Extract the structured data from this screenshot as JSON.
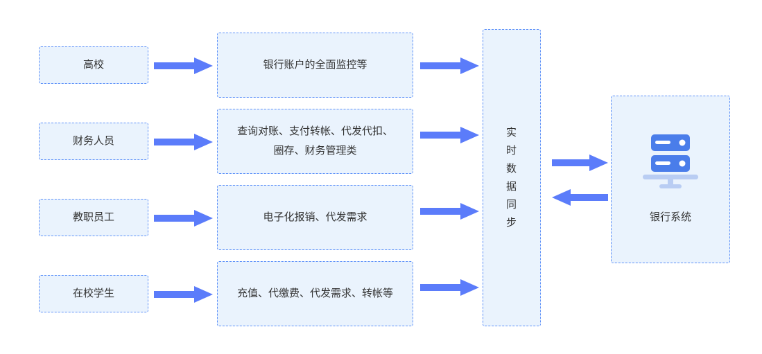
{
  "diagram": {
    "title_present": false,
    "colors": {
      "node_fill": "#eaf3fd",
      "node_border": "#5b8ff9",
      "arrow": "#5b7cfa",
      "text": "#333333",
      "icon_primary": "#4a7dea",
      "icon_secondary": "#b9cdf3"
    },
    "actors": [
      {
        "label": "高校"
      },
      {
        "label": "财务人员"
      },
      {
        "label": "教职员工"
      },
      {
        "label": "在校学生"
      }
    ],
    "services": [
      {
        "label": "银行账户的全面监控等"
      },
      {
        "label": "查询对账、支付转帐、代发代扣、\n圈存、财务管理类"
      },
      {
        "label": "电子化报销、代发需求"
      },
      {
        "label": "充值、代缴费、代发需求、转帐等"
      }
    ],
    "hub": {
      "label": "实\n时\n数\n据\n同\n步"
    },
    "bank": {
      "label": "银行系统",
      "icon": "server-icon"
    },
    "arrows": [
      {
        "name": "arrow-actor-1-to-service-1",
        "direction": "right"
      },
      {
        "name": "arrow-actor-2-to-service-2",
        "direction": "right"
      },
      {
        "name": "arrow-actor-3-to-service-3",
        "direction": "right"
      },
      {
        "name": "arrow-actor-4-to-service-4",
        "direction": "right"
      },
      {
        "name": "arrow-service-1-to-hub",
        "direction": "right"
      },
      {
        "name": "arrow-service-2-to-hub",
        "direction": "right"
      },
      {
        "name": "arrow-service-3-to-hub",
        "direction": "right"
      },
      {
        "name": "arrow-service-4-to-hub",
        "direction": "right"
      },
      {
        "name": "arrow-hub-to-bank",
        "direction": "right"
      },
      {
        "name": "arrow-bank-to-hub",
        "direction": "left"
      }
    ]
  }
}
